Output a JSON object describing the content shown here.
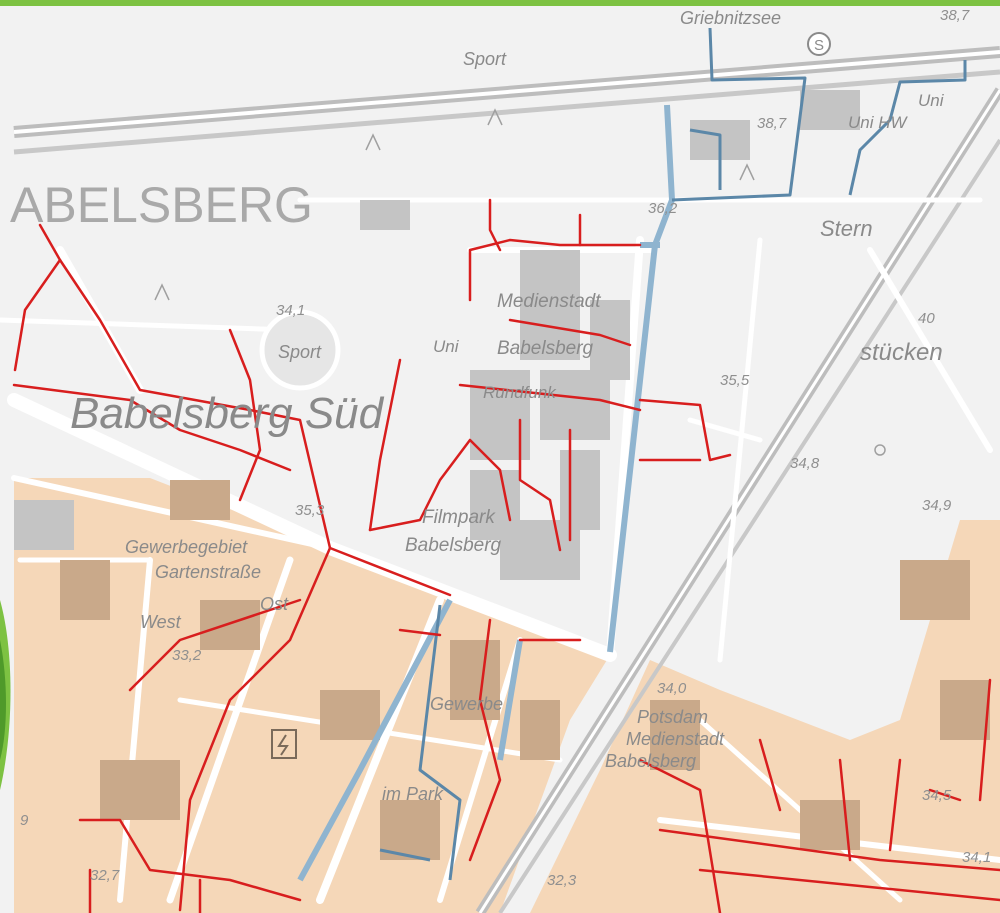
{
  "map": {
    "labels": {
      "abelsberg": "ABELSBERG",
      "babelsberg_sued": "Babelsberg Süd",
      "medienstadt_1": "Medienstadt",
      "medienstadt_2": "Babelsberg",
      "uni": "Uni",
      "rundfunk": "Rundfunk",
      "filmpark_1": "Filmpark",
      "filmpark_2": "Babelsberg",
      "gewerbegebiet_1": "Gewerbegebiet",
      "gewerbegebiet_2": "Gartenstraße",
      "ost": "Ost",
      "west": "West",
      "gewerbe": "Gewerbe",
      "im_park": "im Park",
      "potsdam_1": "Potsdam",
      "potsdam_2": "Medienstadt",
      "potsdam_3": "Babelsberg",
      "sport_top": "Sport",
      "sport_field": "Sport",
      "griebnitzsee": "Griebnitzsee",
      "uni_hw": "Uni HW",
      "uni_right": "Uni",
      "stern": "Stern",
      "stuecken": "stücken",
      "s_bahn": "S"
    },
    "elevations": {
      "e1": "38,7",
      "e2": "38,7",
      "e3": "36,2",
      "e4": "34,1",
      "e5": "35,3",
      "e6": "35,5",
      "e7": "34,8",
      "e8": "34,9",
      "e9": "33,2",
      "e10": "34,0",
      "e11": "34,5",
      "e12": "34,1",
      "e13": "32,3",
      "e14": "32,7",
      "e15": "9",
      "e16": "40"
    },
    "colors": {
      "background": "#f2f2f2",
      "industrial_area": "#f5d7b8",
      "industrial_building": "#c9a98a",
      "building": "#c4c4c4",
      "street": "#ffffff",
      "district_heating_line": "#d81e1e",
      "planned_line": "#8fb4cf",
      "header_bar": "#7dc242"
    },
    "icons": [
      "power-substation-icon",
      "s-bahn-icon",
      "tree-icon"
    ]
  }
}
